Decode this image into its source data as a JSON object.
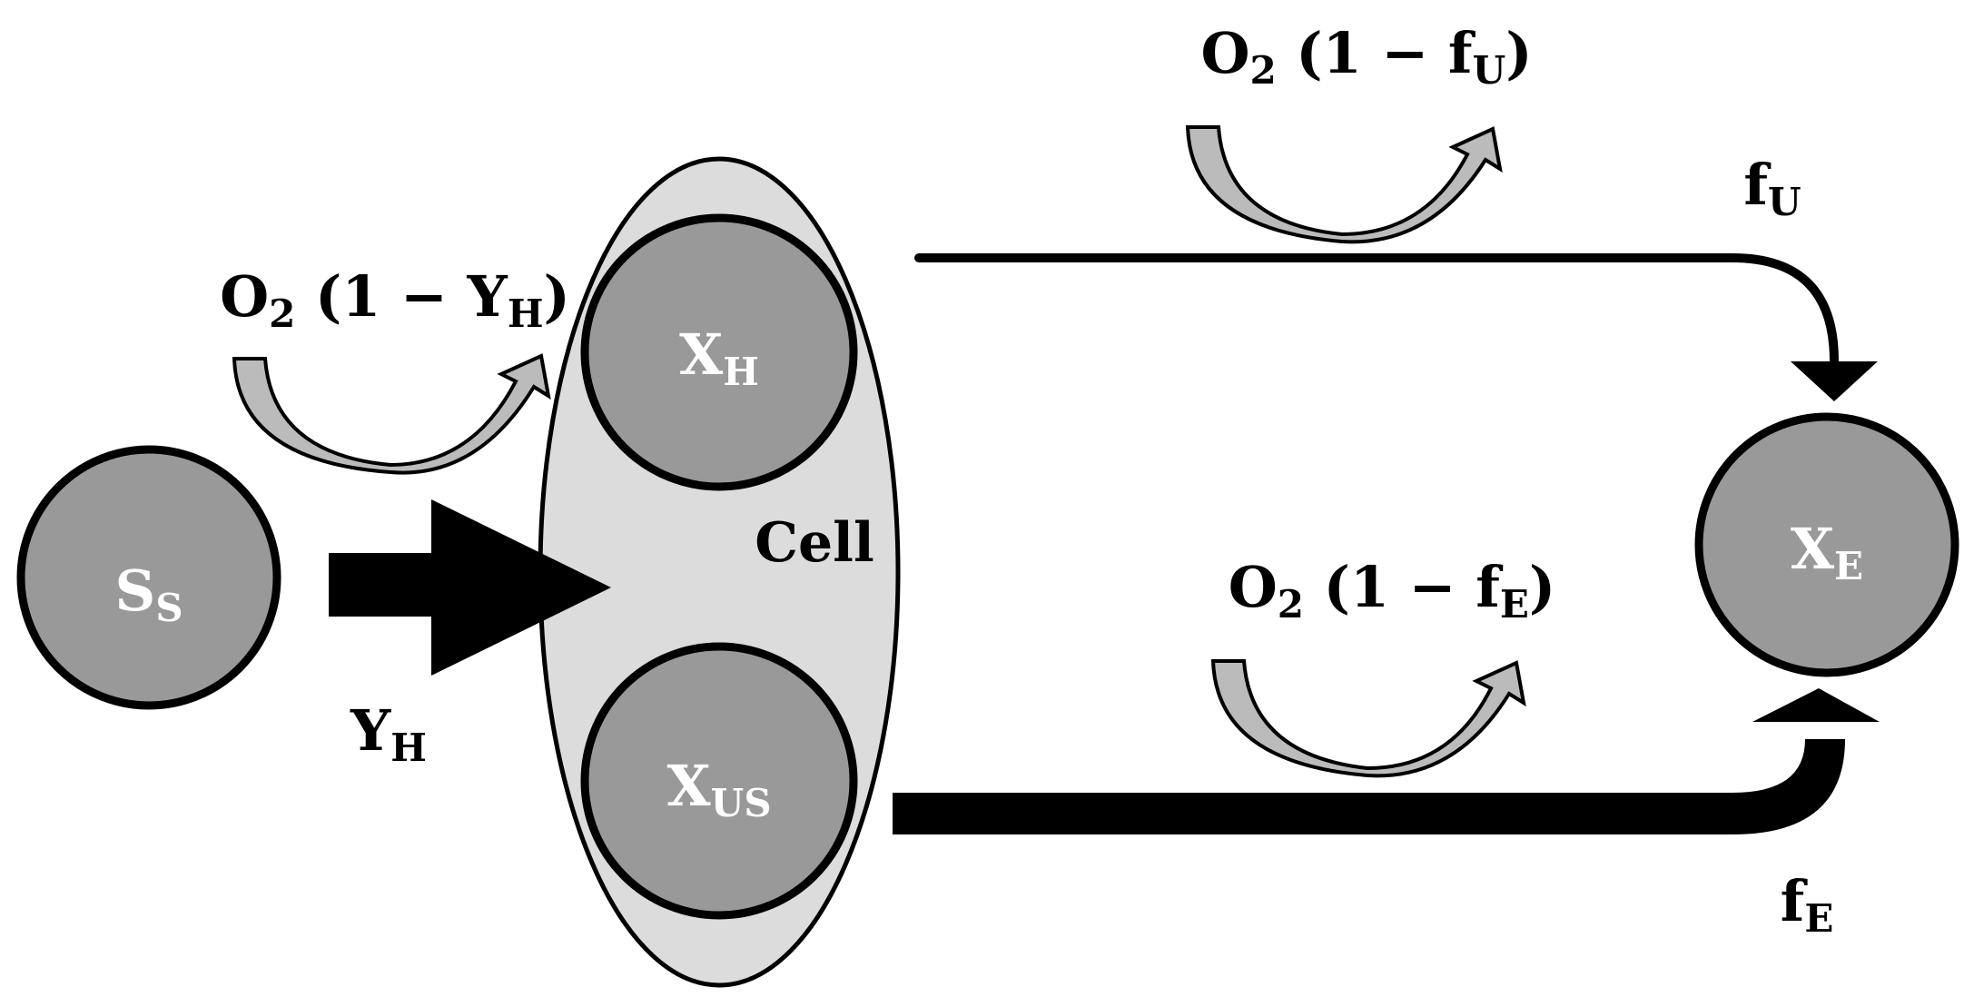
{
  "colors": {
    "node_fill": "#999999",
    "cell_fill": "#dcdcdc",
    "o2_arrow_dark": "#8f8f8f",
    "o2_arrow_light": "#cfcfcf",
    "stroke": "#000000"
  },
  "nodes": {
    "substrate": {
      "main": "S",
      "sub": "S"
    },
    "xh": {
      "main": "X",
      "sub": "H"
    },
    "xus": {
      "main": "X",
      "sub": "US"
    },
    "xe": {
      "main": "X",
      "sub": "E"
    }
  },
  "cell_label": "Cell",
  "labels": {
    "yield_arrow": {
      "main": "Y",
      "sub": "H"
    },
    "o2_yh": {
      "pre": "O",
      "pre_sub": "2",
      "mid": " (1 − Y",
      "sub": "H",
      "post": ")"
    },
    "o2_fu": {
      "pre": "O",
      "pre_sub": "2",
      "mid": " (1 − f",
      "sub": "U",
      "post": ")"
    },
    "o2_fe": {
      "pre": "O",
      "pre_sub": "2",
      "mid": " (1 − f",
      "sub": "E",
      "post": ")"
    },
    "fu": {
      "main": "f",
      "sub": "U"
    },
    "fe": {
      "main": "f",
      "sub": "E"
    }
  }
}
